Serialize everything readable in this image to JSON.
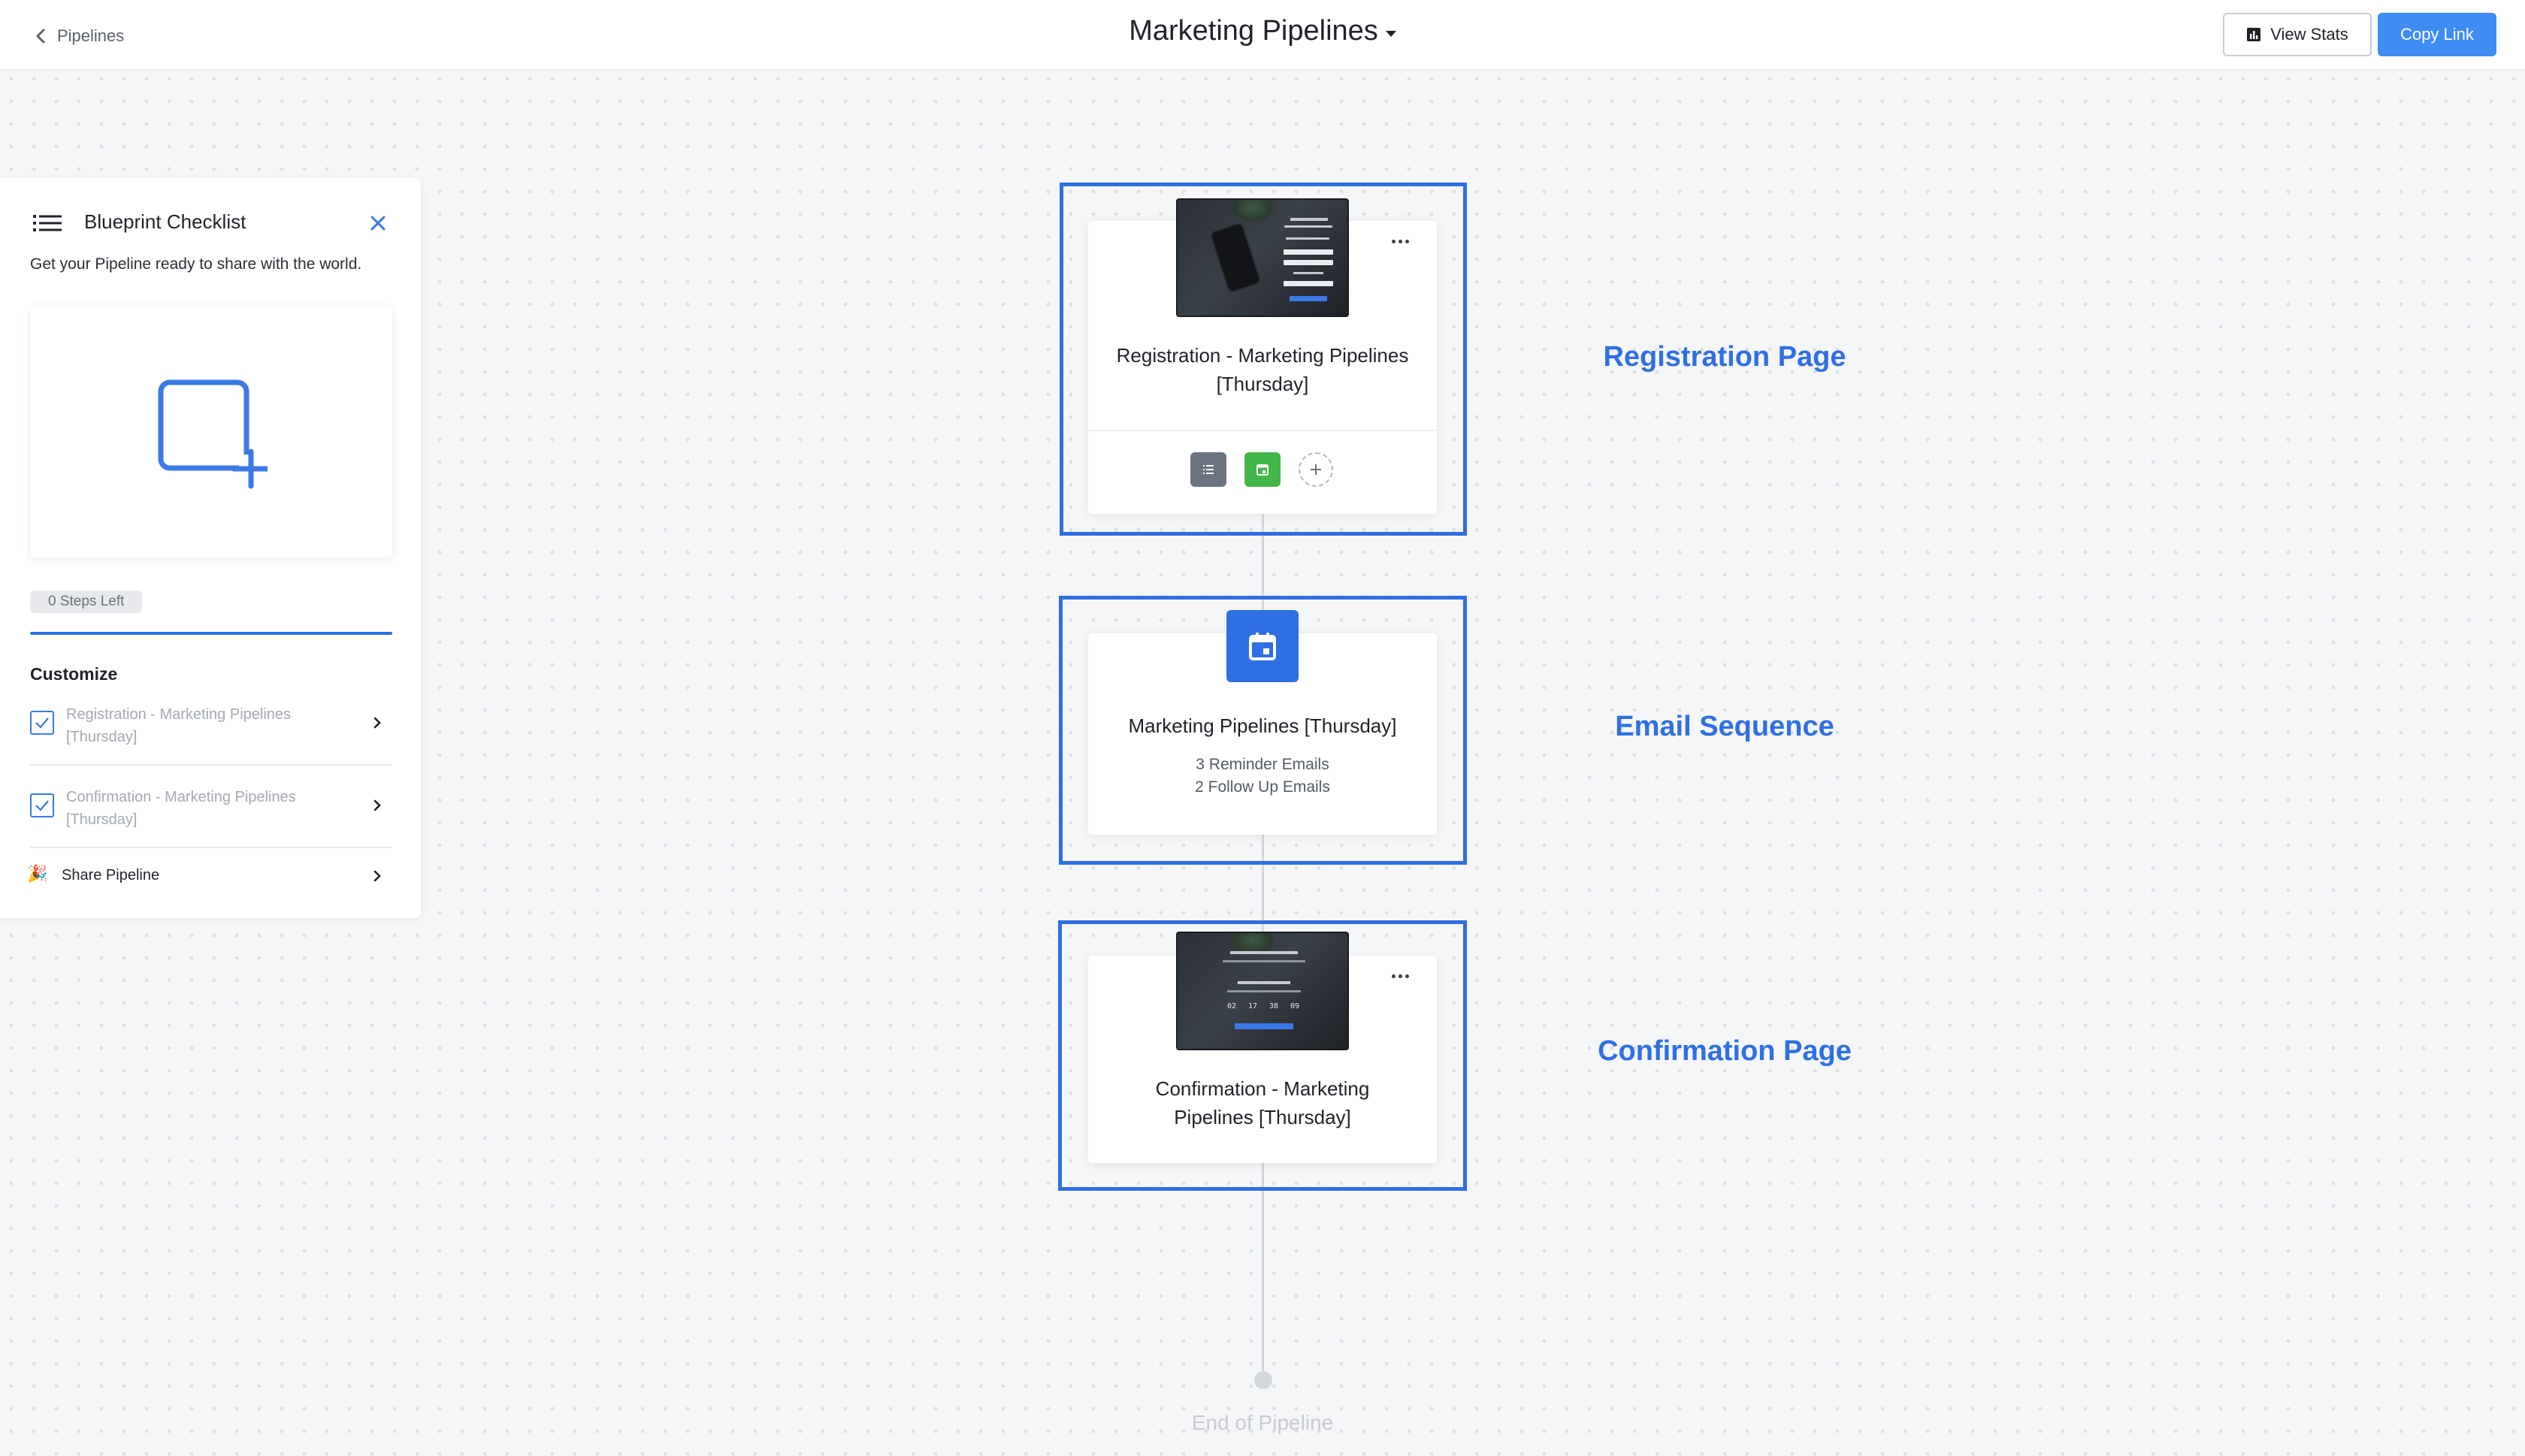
{
  "header": {
    "back_label": "Pipelines",
    "title": "Marketing Pipelines",
    "view_stats_label": "View Stats",
    "copy_link_label": "Copy Link"
  },
  "checklist": {
    "title": "Blueprint Checklist",
    "subtitle": "Get your Pipeline ready to share with the world.",
    "steps_left": "0 Steps Left",
    "progress_fraction": 1.0,
    "section_label": "Customize",
    "items": [
      {
        "label": "Registration - Marketing Pipelines [Thursday]",
        "completed": true
      },
      {
        "label": "Confirmation - Marketing Pipelines [Thursday]",
        "completed": true
      }
    ],
    "share": {
      "emoji": "🎉",
      "label": "Share Pipeline"
    }
  },
  "pipeline": {
    "steps": [
      {
        "type": "registration-page",
        "title": "Registration - Marketing Pipelines [Thursday]",
        "title_lines": [
          "Registration - Marketing Pipelines",
          "[Thursday]"
        ],
        "annotation": "Registration Page"
      },
      {
        "type": "email-sequence",
        "title": "Marketing Pipelines [Thursday]",
        "meta": [
          "3 Reminder Emails",
          "2 Follow Up Emails"
        ],
        "annotation": "Email Sequence"
      },
      {
        "type": "confirmation-page",
        "title": "Confirmation - Marketing Pipelines [Thursday]",
        "title_lines": [
          "Confirmation - Marketing",
          "Pipelines [Thursday]"
        ],
        "countdown": [
          "02",
          "17",
          "38",
          "09"
        ],
        "annotation": "Confirmation Page"
      }
    ],
    "end_label": "End of Pipeline"
  },
  "colors": {
    "accent": "#2f6fe4",
    "copy_button": "#3f8cf3",
    "list_action": "#6b7480",
    "calendar_action": "#43b649"
  },
  "icons": {
    "back": "chevron-left-icon",
    "stats": "bar-chart-icon",
    "checklist": "list-icon",
    "close": "close-icon",
    "preview": "add-square-icon",
    "check": "checkbox-checked-icon",
    "calendar": "calendar-icon",
    "add": "plus-icon"
  }
}
